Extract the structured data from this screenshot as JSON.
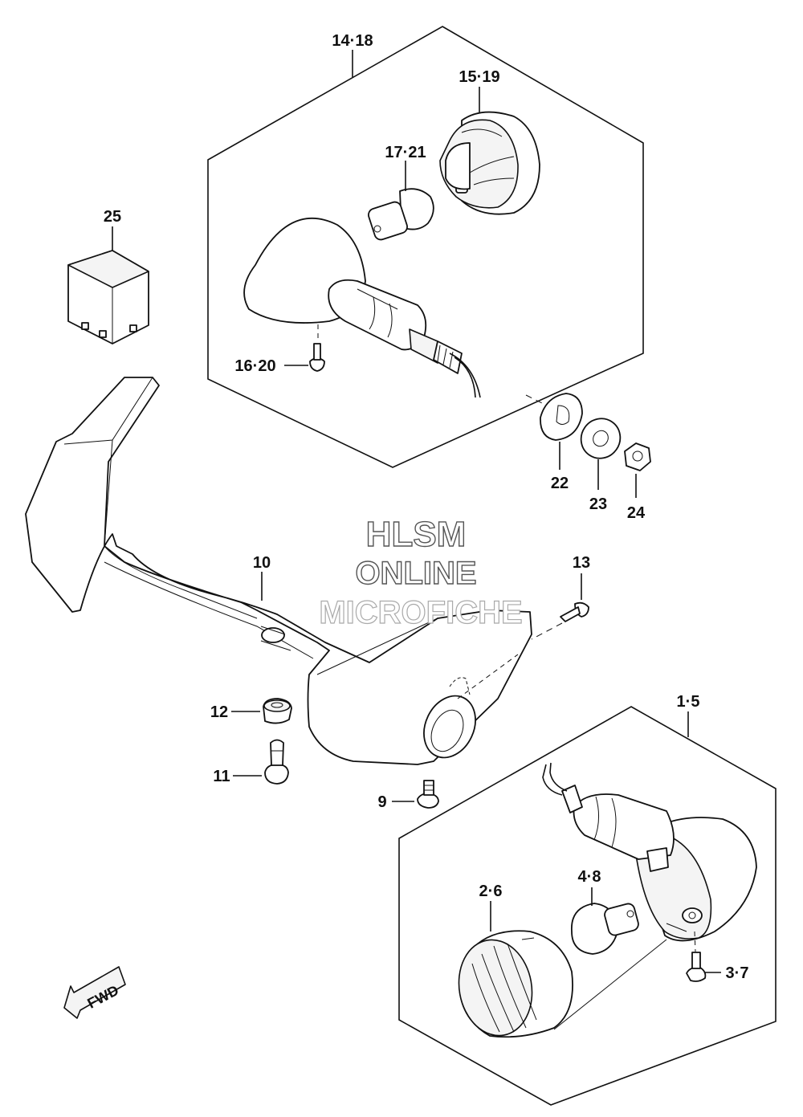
{
  "callouts": {
    "c14_18": "14·18",
    "c15_19": "15·19",
    "c17_21": "17·21",
    "c25": "25",
    "c16_20": "16·20",
    "c22": "22",
    "c23": "23",
    "c24": "24",
    "c10": "10",
    "c13": "13",
    "c12": "12",
    "c11": "11",
    "c9": "9",
    "c1_5": "1·5",
    "c2_6": "2·6",
    "c4_8": "4·8",
    "c3_7": "3·7"
  },
  "watermark": {
    "line1": "HLSM",
    "line2": "ONLINE",
    "line3": "MICROFICHE"
  },
  "fwd_arrow": {
    "label": "FWD"
  }
}
